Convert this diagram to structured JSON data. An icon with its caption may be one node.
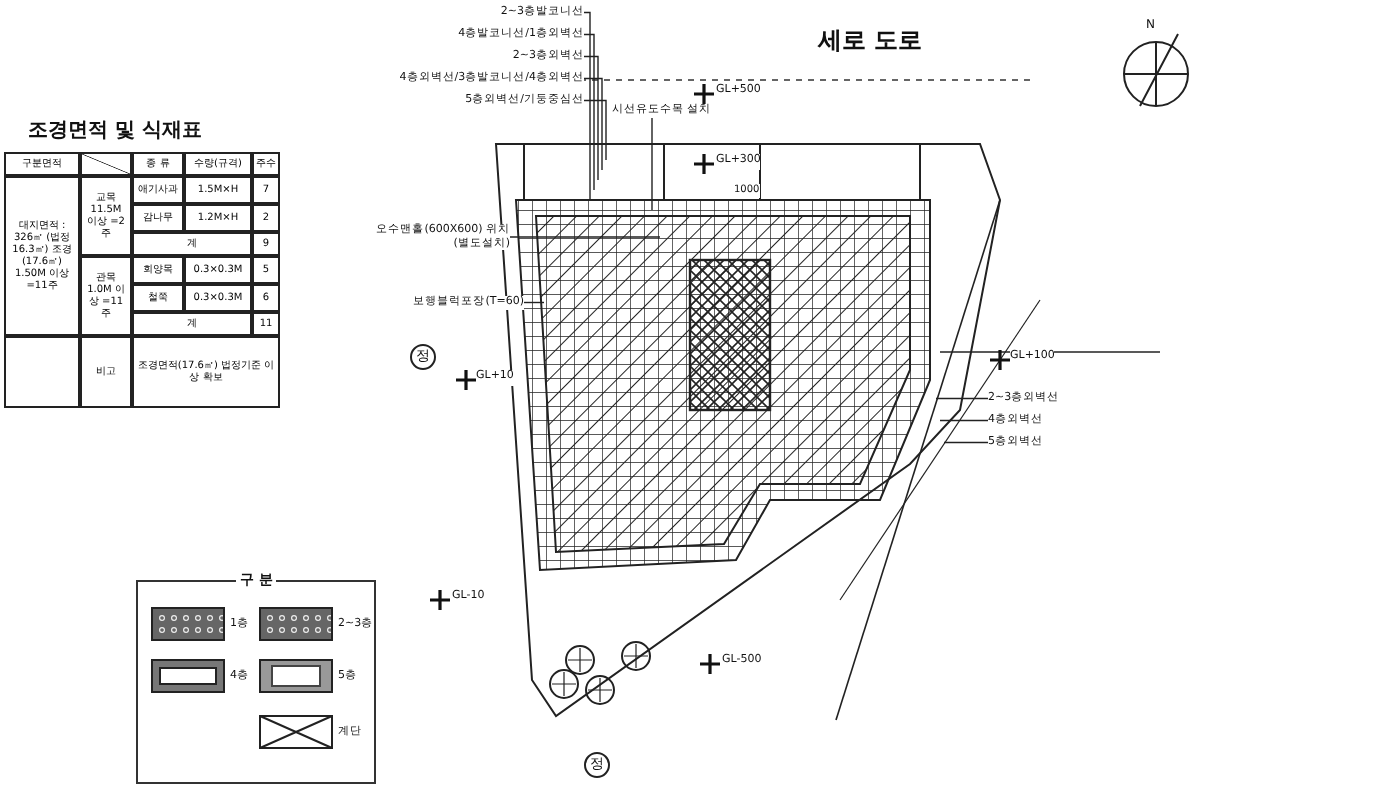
{
  "diagram": {
    "nodes": [
      {
        "text": [
          "2~3층발코니선"
        ]
      },
      {
        "text": [
          "4층발코니선/1층외벽선"
        ]
      },
      {
        "text": [
          "2~3층외벽선"
        ]
      },
      {
        "text": [
          "4층외벽선/3층발코니선/4층외벽선"
        ]
      },
      {
        "text": [
          "5층외벽선/기둥중심선"
        ]
      },
      {
        "text": [
          "시선유도수목 설치"
        ]
      },
      {
        "text": [
          "오수맨홀(600X600) 위치(별도설치)"
        ]
      },
      {
        "text": [
          "보행블럭포장(T=60)"
        ]
      },
      {
        "text": [
          "2~3층외벽선"
        ]
      },
      {
        "text": [
          "4층외벽선"
        ]
      },
      {
        "text": [
          "5층외벽선"
        ]
      }
    ],
    "edges": [
      {
        "from": 0,
        "to": null,
        "arrow": "none"
      },
      {
        "from": 1,
        "to": null,
        "arrow": "none"
      },
      {
        "from": 2,
        "to": null,
        "arrow": "none"
      },
      {
        "from": 3,
        "to": null,
        "arrow": "none"
      },
      {
        "from": 4,
        "to": null,
        "arrow": "none"
      },
      {
        "from": 5,
        "to": null,
        "arrow": "none"
      },
      {
        "from": 6,
        "to": null,
        "arrow": "none"
      },
      {
        "from": 7,
        "to": null,
        "arrow": "none"
      },
      {
        "from": 8,
        "to": null,
        "arrow": "none"
      },
      {
        "from": 9,
        "to": null,
        "arrow": "none"
      },
      {
        "from": 10,
        "to": null,
        "arrow": "none"
      }
    ],
    "labels": [
      "세로 도로",
      "N",
      "GL+500",
      "GL+300",
      "1000",
      "정",
      "GL+10",
      "GL+100",
      "GL-10",
      "GL-500",
      "정",
      "조경면적 및 식재표",
      "구분면적",
      "종 류",
      "수량(규격)",
      "주수",
      "대지면적 : 326㎡ (법정 16.3㎡) 조경(17.6㎡) 1.50M 이상 =11주",
      "교목 11.5M 이상 =2주",
      "애기사과",
      "1.5M×H",
      "7",
      "감나무",
      "1.2M×H",
      "2",
      "계",
      "9",
      "관목 1.0M 이상 =11주",
      "회양목",
      "0.3×0.3M",
      "5",
      "철쭉",
      "0.3×0.3M",
      "6",
      "계",
      "11",
      "비고",
      "조경면적(17.6㎡) 법정기준 이상 확보",
      "구 분"
    ],
    "legend": [
      {
        "text": "1층"
      },
      {
        "text": "2~3층"
      },
      {
        "text": "4층"
      },
      {
        "text": "5층"
      },
      {
        "text": "계단"
      }
    ]
  }
}
